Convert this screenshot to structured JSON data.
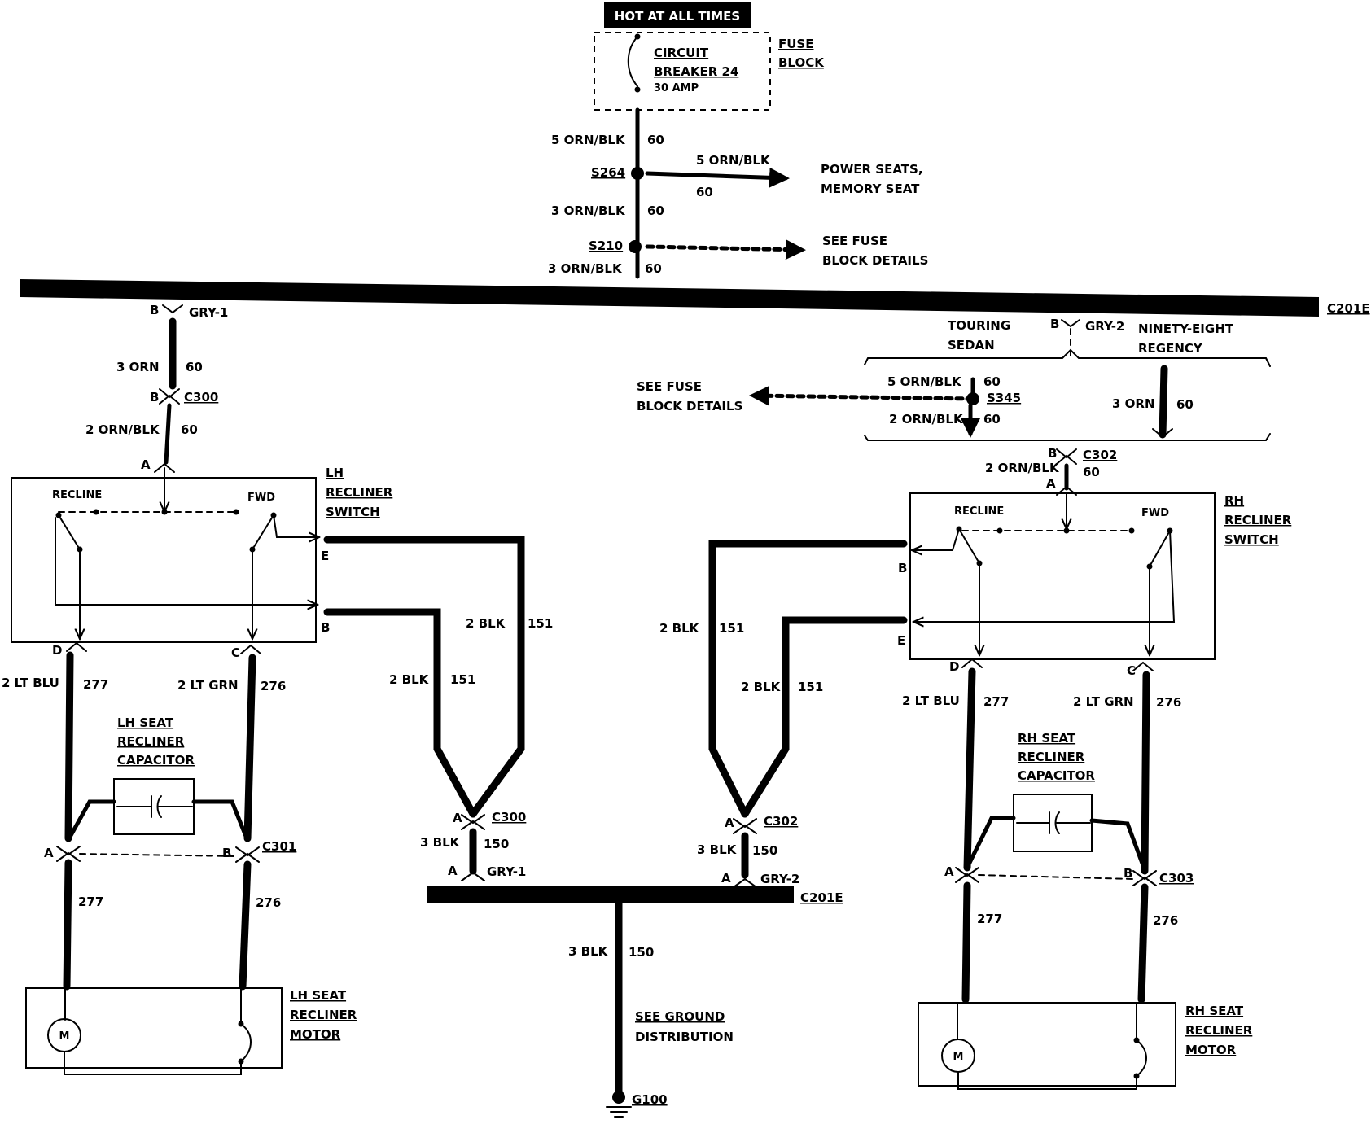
{
  "header": {
    "hot_label": "HOT AT ALL TIMES"
  },
  "fuse": {
    "breaker_line1": "CIRCUIT",
    "breaker_line2": "BREAKER 24",
    "amp": "30 AMP",
    "block_line1": "FUSE",
    "block_line2": "BLOCK"
  },
  "top_wires": {
    "w1_label": "5 ORN/BLK",
    "w1_circuit": "60",
    "splice1": "S264",
    "branch_label": "5 ORN/BLK",
    "branch_circuit": "60",
    "branch_dest1": "POWER SEATS,",
    "branch_dest2": "MEMORY SEAT",
    "w2_label": "3 ORN/BLK",
    "w2_circuit": "60",
    "splice2": "S210",
    "see_fuse1": "SEE FUSE",
    "see_fuse2": "BLOCK DETAILS",
    "w3_label": "3 ORN/BLK",
    "w3_circuit": "60"
  },
  "bus": {
    "connector": "C201E"
  },
  "lh": {
    "pin_b": "B",
    "gry": "GRY-1",
    "w_orn": "3 ORN",
    "w_orn_circuit": "60",
    "c300_pin": "B",
    "c300": "C300",
    "w_ornblk": "2 ORN/BLK",
    "w_ornblk_circuit": "60",
    "pin_a": "A",
    "switch_line1": "LH",
    "switch_line2": "RECLINER",
    "switch_line3": "SWITCH",
    "recline": "RECLINE",
    "fwd": "FWD",
    "term_e": "E",
    "term_b": "B",
    "pin_d": "D",
    "pin_c": "C",
    "w_blu": "2 LT BLU",
    "w_blu_circuit": "277",
    "w_grn": "2 LT GRN",
    "w_grn_circuit": "276",
    "cap_line1": "LH SEAT",
    "cap_line2": "RECLINER",
    "cap_line3": "CAPACITOR",
    "c301_a": "A",
    "c301_b": "B",
    "c301": "C301",
    "lower_277": "277",
    "lower_276": "276",
    "motor_line1": "LH SEAT",
    "motor_line2": "RECLINER",
    "motor_line3": "MOTOR",
    "motor_symbol": "M"
  },
  "center": {
    "lh_upper_label": "2 BLK",
    "lh_upper_circuit": "151",
    "lh_lower_label": "2 BLK",
    "lh_lower_circuit": "151",
    "lh_c300_pin": "A",
    "lh_c300": "C300",
    "lh_blk3": "3 BLK",
    "lh_blk3_circuit": "150",
    "lh_gry_pin": "A",
    "lh_gry": "GRY-1",
    "rh_upper_label": "2 BLK",
    "rh_upper_circuit": "151",
    "rh_lower_label": "2 BLK",
    "rh_lower_circuit": "151",
    "rh_c302_pin": "A",
    "rh_c302": "C302",
    "rh_blk3": "3 BLK",
    "rh_blk3_circuit": "150",
    "rh_gry_pin": "A",
    "rh_gry": "GRY-2",
    "bus_connector": "C201E",
    "ground_wire": "3 BLK",
    "ground_circuit": "150",
    "ground_line1": "SEE GROUND",
    "ground_line2": "DISTRIBUTION",
    "ground_id": "G100"
  },
  "rh": {
    "touring1": "TOURING",
    "touring2": "SEDAN",
    "pin_b": "B",
    "gry": "GRY-2",
    "regency1": "NINETY-EIGHT",
    "regency2": "REGENCY",
    "see_fuse1": "SEE FUSE",
    "see_fuse2": "BLOCK DETAILS",
    "w_ornblk5": "5 ORN/BLK",
    "w_ornblk5_circuit": "60",
    "splice": "S345",
    "w_ornblk2": "2 ORN/BLK",
    "w_ornblk2_circuit": "60",
    "w_orn3": "3 ORN",
    "w_orn3_circuit": "60",
    "c302_pin": "B",
    "c302": "C302",
    "w_ornblk_sw": "2 ORN/BLK",
    "w_ornblk_sw_circuit": "60",
    "pin_a": "A",
    "switch_line1": "RH",
    "switch_line2": "RECLINER",
    "switch_line3": "SWITCH",
    "recline": "RECLINE",
    "fwd": "FWD",
    "term_b": "B",
    "term_e": "E",
    "pin_d": "D",
    "pin_c": "C",
    "w_blu": "2 LT BLU",
    "w_blu_circuit": "277",
    "w_grn": "2 LT GRN",
    "w_grn_circuit": "276",
    "cap_line1": "RH SEAT",
    "cap_line2": "RECLINER",
    "cap_line3": "CAPACITOR",
    "c303_a": "A",
    "c303_b": "B",
    "c303": "C303",
    "lower_277": "277",
    "lower_276": "276",
    "motor_line1": "RH SEAT",
    "motor_line2": "RECLINER",
    "motor_line3": "MOTOR",
    "motor_symbol": "M"
  }
}
